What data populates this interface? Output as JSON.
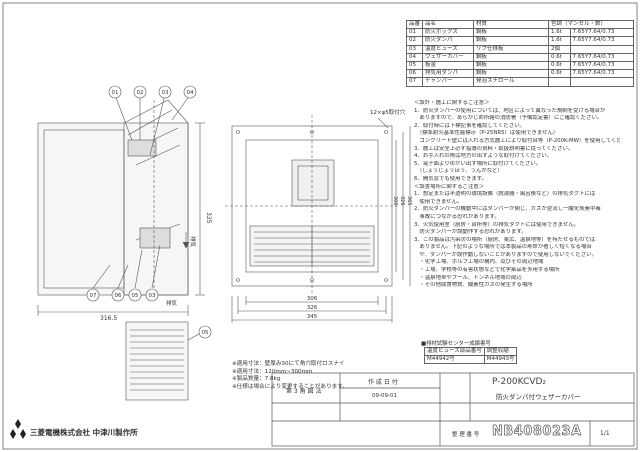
{
  "parts_table": {
    "headers": [
      "品番",
      "品名",
      "材質",
      "色調（マンセル・数）"
    ],
    "rows": [
      {
        "no": "01",
        "name": "防火ボックス",
        "mat": "鋼板",
        "color": "1.6t",
        "munsell": "7.65Y7.64/0.73"
      },
      {
        "no": "02",
        "name": "防火ダンパ",
        "mat": "鋼板",
        "color": "1.6t",
        "munsell": "7.65Y7.64/0.73"
      },
      {
        "no": "03",
        "name": "温度ヒューズ",
        "mat": "リブ仕様板",
        "color": "2個",
        "munsell": ""
      },
      {
        "no": "04",
        "name": "ウェザーカバー",
        "mat": "鋼板",
        "color": "0.6t",
        "munsell": "7.65Y7.64/0.73"
      },
      {
        "no": "05",
        "name": "板金",
        "mat": "鋼板",
        "color": "0.6t",
        "munsell": "7.65Y7.64/0.73"
      },
      {
        "no": "06",
        "name": "排気用ダンパ",
        "mat": "鋼板",
        "color": "0.6t",
        "munsell": "7.65Y7.64/0.73"
      },
      {
        "no": "07",
        "name": "チャンバー",
        "mat": "発泡スチロール",
        "color": "",
        "munsell": ""
      }
    ]
  },
  "notes": [
    "＜設計・施工に関するご注意＞",
    "1．防火ダンパーの使用については、地区によって異なった規制を受ける場合が",
    "　ありますので、あらかじめ所轄の消防署（予備認定書）にご確認ください。",
    "2．取付時には下標記事を確認してください。",
    "　（標準耐火基準性能標示（P-25NR5）は使用できません）",
    "　コンクリート壁には入れる方式施工により取付台等（P-200K-MW）を使用してください。",
    "3．施工は安全上必ず指導の資料・取扱説明書に従ってください。",
    "4．お手入れの際は地方の出すような取付けてください。",
    "5．電子面よりゆがい出す場所に取付けてください。",
    "　（しょうじょうほう、うんがなど）",
    "6．開気窓でも使用できます。",
    "＜設置場所に関するご注意＞",
    "1．想定または半透明の環境設備（脱湯器・風呂後など）の排気ダクトには",
    "　使用できません。",
    "2．防火ダンパーの機動中にはダンパーが閉じ、ガスが逆流し一酸化炭素中毒",
    "　事故につながる恐れがあります。",
    "3．火気使用室（厨房・台所等）の排気ダクトには使用できません。",
    "　防火ダンパーが誤動作する恐れがあります。",
    "3．この製品は汚染次の場所（厨房、東広、温泉地等）を持たせるものでは",
    "　ありません。下記のような場所では本製品の寿命が著しく短くなる場合",
    "　や、ダンパーが誤作動しないことがありますので使用しないでください。",
    "　・化学工場、ポルプ工場の構内、及びその周辺地域",
    "　・工場、学校等の有害状態などで化学薬品を多用する場所",
    "　・温泉地帯やプール、トンネル地域の周辺",
    "　・その他腐食物質、酸素性ガスの発生する場所"
  ],
  "dimensions": {
    "top_label": "12×φ5取付穴",
    "side_height": "325",
    "side_depth": "316.5",
    "front_widths": [
      "306",
      "326",
      "345"
    ],
    "front_heights": [
      "306",
      "326",
      "365"
    ],
    "airflow_label": "排気"
  },
  "balloons": [
    "01",
    "02",
    "03",
    "04",
    "07",
    "06",
    "05",
    "03",
    "05"
  ],
  "specs": [
    "※適用寸法：壁厚み30にて角穴取付ロスナイ",
    "※適用寸法：120mm~300mm",
    "※製品質量：7.8kg",
    "※仕様は場合により変更することがあります。"
  ],
  "fuse_table": {
    "headers": [
      "温度ヒューズ部品番号",
      "調整収縮"
    ],
    "values": [
      "M44942号",
      "M44943号"
    ],
    "caption": "■排材試験センター成績書号"
  },
  "title_block": {
    "scale_label": "第 3 角 図 法",
    "made_label": "作 成 日 付",
    "date": "09-09-01",
    "model": "P-200KCVD₂",
    "product_name": "防火ダンパ付ウェザーカバー",
    "company": "三菱電機株式会社 中津川製作所",
    "number_label": "整 理 番 号",
    "drawing_no": "NB408023A",
    "sheet": "1/1"
  }
}
